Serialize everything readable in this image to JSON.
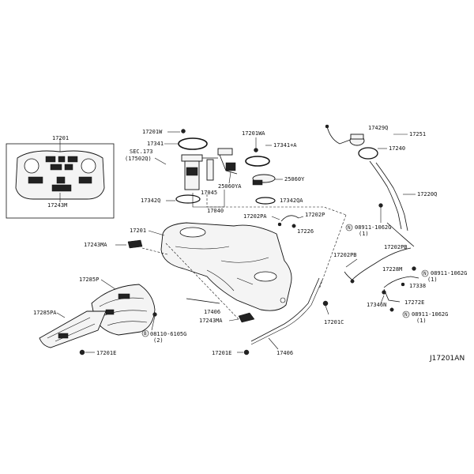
{
  "diagram": {
    "code": "J17201AN",
    "labels": {
      "p17201_inset": "17201",
      "p17243M": "17243M",
      "p17201W": "17201W",
      "p17341": "17341",
      "sec173": "SEC.173",
      "sec173_sub": "(17502Q)",
      "p17045": "17045",
      "p25060YA": "25060YA",
      "p17342Q": "17342Q",
      "p17040": "17040",
      "p17201WA": "17201WA",
      "p17341A": "17341+A",
      "p25060Y": "25060Y",
      "p17342QA": "17342QA",
      "p17429Q": "17429Q",
      "p17251": "17251",
      "p17240": "17240",
      "p17220Q": "17220Q",
      "p17202PA": "17202PA",
      "p17202P": "17202P",
      "p17226": "17226",
      "p17201": "17201",
      "p17243MA_1": "17243MA",
      "p08911_1": "08911-1062G",
      "p08911_1_qty": "(1)",
      "p17202PB_1": "17202PB",
      "p17202PB_2": "17202PB",
      "p17228M": "17228M",
      "p08911_2": "08911-1062G",
      "p08911_2_qty": "(1)",
      "p17338": "17338",
      "p17272E": "17272E",
      "p17346N": "17346N",
      "p08911_3": "08911-1062G",
      "p08911_3_qty": "(1)",
      "p17285P": "17285P",
      "p17285PA": "17285PA",
      "p17406_1": "17406",
      "p17243MA_2": "17243MA",
      "p08110": "08110-6105G",
      "p08110_qty": "(2)",
      "p17201E_1": "17201E",
      "p17201C": "17201C",
      "p17201E_2": "17201E",
      "p17406_2": "17406",
      "circle_N": "N",
      "circle_B": "B"
    }
  }
}
